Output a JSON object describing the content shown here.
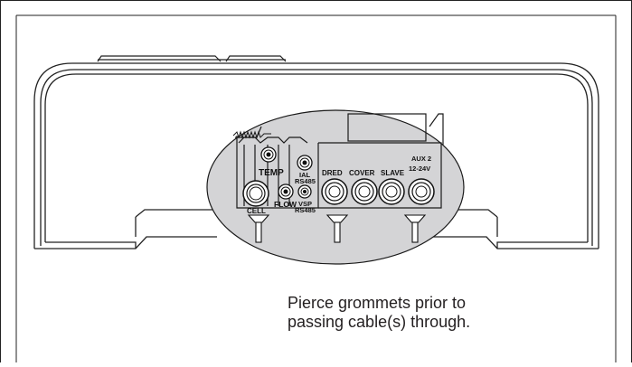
{
  "diagram": {
    "port_labels": {
      "temp": "TEMP",
      "flow": "FLOW",
      "cell": "CELL",
      "ial": "IAL",
      "ial_bus": "RS485",
      "vsp": "VSP",
      "vsp_bus": "RS485",
      "dred": "DRED",
      "cover": "COVER",
      "slave": "SLAVE",
      "aux_name": "AUX 2",
      "aux_voltage": "12-24V"
    },
    "caption": {
      "line1": "Pierce grommets prior to",
      "line2": "passing cable(s)  through."
    },
    "colors": {
      "highlight_fill": "#d4d4d6",
      "line": "#1a1a1a"
    }
  }
}
